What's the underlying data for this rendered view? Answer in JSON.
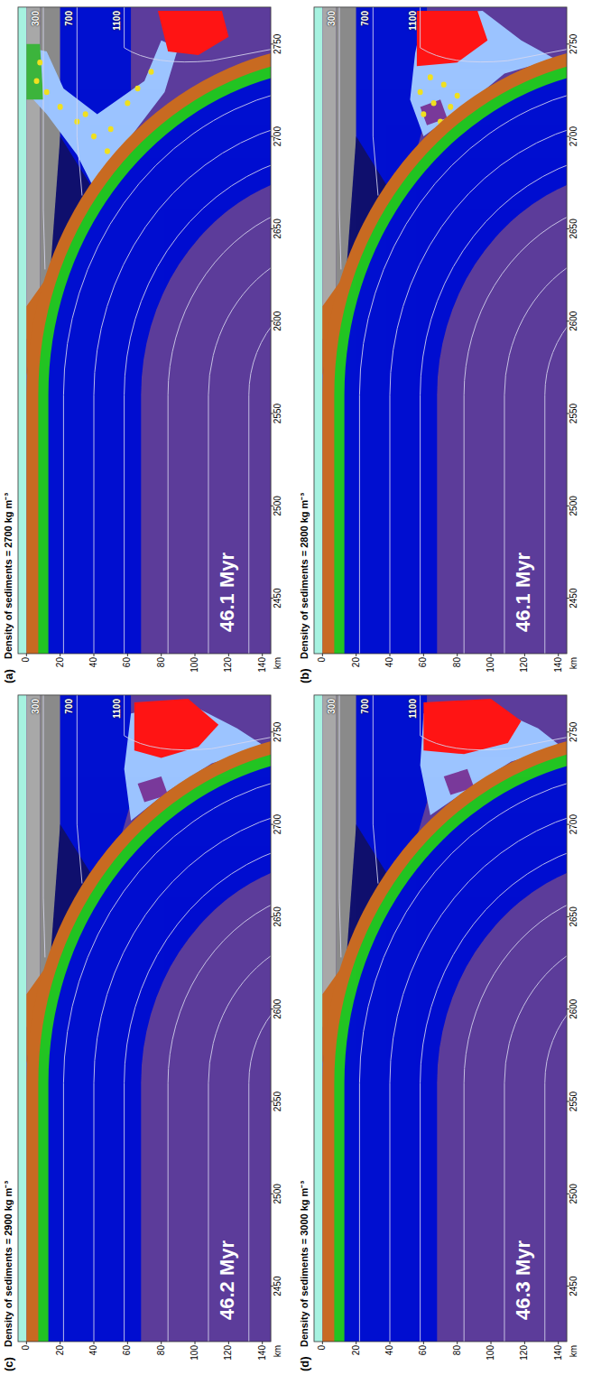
{
  "diagram": {
    "labels": [
      "(a)",
      "Density of sediments = 2700 kg m⁻³",
      "46.1 Myr",
      "300",
      "700",
      "1100",
      "0",
      "20",
      "40",
      "60",
      "80",
      "100",
      "120",
      "140",
      "km",
      "2450",
      "2500",
      "2550",
      "2600",
      "2650",
      "2700",
      "2750",
      "(b)",
      "Density of sediments = 2800 kg m⁻³",
      "46.1 Myr",
      "300",
      "700",
      "1100",
      "0",
      "20",
      "40",
      "60",
      "80",
      "100",
      "120",
      "140",
      "km",
      "2450",
      "2500",
      "2550",
      "2600",
      "2650",
      "2700",
      "2750",
      "(c)",
      "Density of sediments = 2900 kg m⁻³",
      "46.2 Myr",
      "300",
      "700",
      "1100",
      "0",
      "20",
      "40",
      "60",
      "80",
      "100",
      "120",
      "140",
      "km",
      "2450",
      "2500",
      "2550",
      "2600",
      "2650",
      "2700",
      "2750",
      "(d)",
      "Density of sediments = 3000 kg m⁻³",
      "46.3 Myr",
      "300",
      "700",
      "1100",
      "0",
      "20",
      "40",
      "60",
      "80",
      "100",
      "120",
      "140",
      "km",
      "2450",
      "2500",
      "2550",
      "2600",
      "2650",
      "2700",
      "2750"
    ]
  }
}
